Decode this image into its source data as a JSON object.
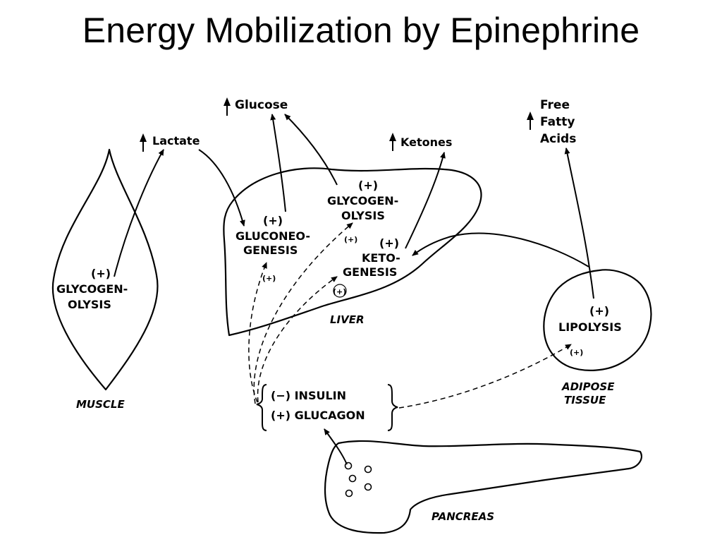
{
  "slide": {
    "title": "Energy Mobilization by Epinephrine"
  },
  "icons": {
    "up_arrow": "up-arrow-icon"
  },
  "products": {
    "glucose": "Glucose",
    "lactate": "Lactate",
    "ketones": "Ketones",
    "ffa_line1": "Free",
    "ffa_line2": "Fatty",
    "ffa_line3": "Acids"
  },
  "liver": {
    "label": "LIVER",
    "gluconeo_sign": "(+)",
    "gluconeo_line1": "GLUCONEO-",
    "gluconeo_line2": "GENESIS",
    "glyco_sign": "(+)",
    "glyco_line1": "GLYCOGEN-",
    "glyco_line2": "OLYSIS",
    "keto_sign": "(+)",
    "keto_line1": "KETO-",
    "keto_line2": "GENESIS",
    "small_plus_1": "(+)",
    "small_plus_2": "(+)",
    "small_plus_3": "(+)"
  },
  "muscle": {
    "label": "MUSCLE",
    "sign": "(+)",
    "line1": "GLYCOGEN-",
    "line2": "OLYSIS"
  },
  "adipose": {
    "label_line1": "ADIPOSE",
    "label_line2": "TISSUE",
    "sign": "(+)",
    "process": "LIPOLYSIS",
    "small_plus": "(+)"
  },
  "hormones": {
    "insulin": "(−) INSULIN",
    "glucagon": "(+) GLUCAGON"
  },
  "pancreas": {
    "label": "PANCREAS"
  }
}
